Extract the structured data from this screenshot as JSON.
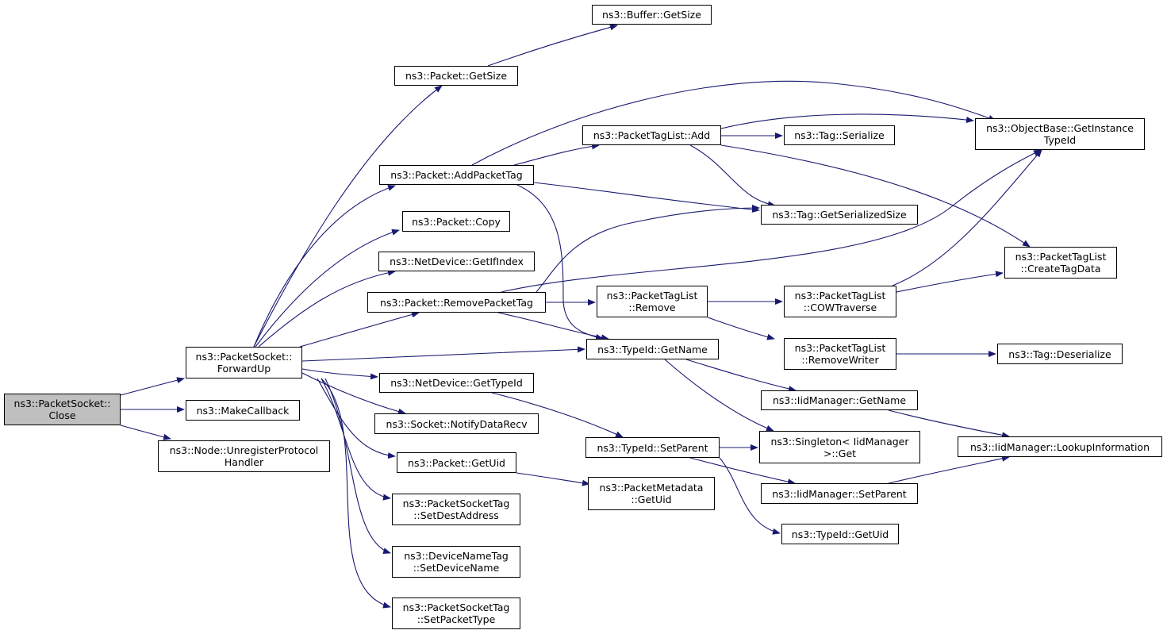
{
  "colors": {
    "edge": "#191970",
    "root_fill": "#bfbfbf",
    "node_fill": "#ffffff",
    "border": "#000000"
  },
  "nodes": {
    "close": {
      "l1": "ns3::PacketSocket::",
      "l2": "Close"
    },
    "forwardup": {
      "l1": "ns3::PacketSocket::",
      "l2": "ForwardUp"
    },
    "makecallback": {
      "l1": "ns3::MakeCallback"
    },
    "unregister": {
      "l1": "ns3::Node::UnregisterProtocol",
      "l2": "Handler"
    },
    "buffer_getsize": {
      "l1": "ns3::Buffer::GetSize"
    },
    "packet_getsize": {
      "l1": "ns3::Packet::GetSize"
    },
    "ptl_add": {
      "l1": "ns3::PacketTagList::Add"
    },
    "ob_getinstancetypeid": {
      "l1": "ns3::ObjectBase::GetInstance",
      "l2": "TypeId"
    },
    "tag_serialize": {
      "l1": "ns3::Tag::Serialize"
    },
    "packet_addpackettag": {
      "l1": "ns3::Packet::AddPacketTag"
    },
    "tag_getserializedsize": {
      "l1": "ns3::Tag::GetSerializedSize"
    },
    "packet_copy": {
      "l1": "ns3::Packet::Copy"
    },
    "netdevice_getifindex": {
      "l1": "ns3::NetDevice::GetIfIndex"
    },
    "ptl_createtagdata": {
      "l1": "ns3::PacketTagList",
      "l2": "::CreateTagData"
    },
    "packet_removepackettag": {
      "l1": "ns3::Packet::RemovePacketTag"
    },
    "ptl_remove": {
      "l1": "ns3::PacketTagList",
      "l2": "::Remove"
    },
    "ptl_cowtraverse": {
      "l1": "ns3::PacketTagList",
      "l2": "::COWTraverse"
    },
    "typeid_getname": {
      "l1": "ns3::TypeId::GetName"
    },
    "ptl_removewriter": {
      "l1": "ns3::PacketTagList",
      "l2": "::RemoveWriter"
    },
    "tag_deserialize": {
      "l1": "ns3::Tag::Deserialize"
    },
    "netdevice_gettypeid": {
      "l1": "ns3::NetDevice::GetTypeId"
    },
    "iid_getname": {
      "l1": "ns3::IidManager::GetName"
    },
    "socket_notifydatarecv": {
      "l1": "ns3::Socket::NotifyDataRecv"
    },
    "iid_lookupinformation": {
      "l1": "ns3::IidManager::LookupInformation"
    },
    "typeid_setparent": {
      "l1": "ns3::TypeId::SetParent"
    },
    "singleton_get": {
      "l1": "ns3::Singleton< IidManager",
      "l2": ">::Get"
    },
    "packet_getuid": {
      "l1": "ns3::Packet::GetUid"
    },
    "pm_getuid": {
      "l1": "ns3::PacketMetadata",
      "l2": "::GetUid"
    },
    "iid_setparent": {
      "l1": "ns3::IidManager::SetParent"
    },
    "pst_setdestaddress": {
      "l1": "ns3::PacketSocketTag",
      "l2": "::SetDestAddress"
    },
    "typeid_getuid": {
      "l1": "ns3::TypeId::GetUid"
    },
    "dnt_setdevicename": {
      "l1": "ns3::DeviceNameTag",
      "l2": "::SetDeviceName"
    },
    "pst_setpackettype": {
      "l1": "ns3::PacketSocketTag",
      "l2": "::SetPacketType"
    }
  }
}
